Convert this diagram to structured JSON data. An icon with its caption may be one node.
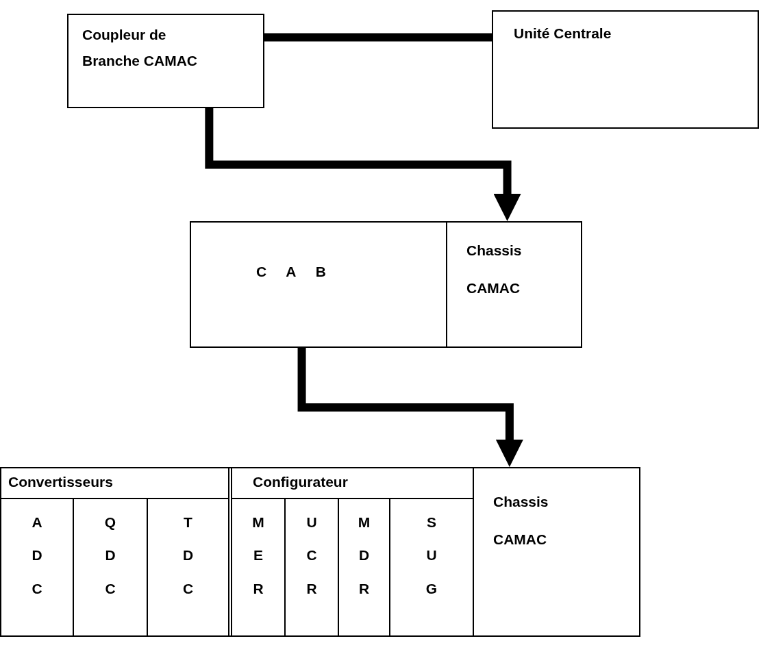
{
  "diagram": {
    "nodes": [
      {
        "text": [
          "Coupleur de Branche CAMAC"
        ]
      },
      {
        "text": [
          "Unité Centrale"
        ]
      },
      {
        "text": [],
        "shape": "box"
      },
      {
        "text": [
          "C A B"
        ],
        "in": 2
      },
      {
        "text": [
          "Chassis CAMAC"
        ],
        "in": 2
      },
      {
        "text": [],
        "shape": "box"
      },
      {
        "text": [
          "Convertisseurs"
        ],
        "in": 5
      },
      {
        "text": [
          "A D C"
        ],
        "in": 6
      },
      {
        "text": [
          "Q D C"
        ],
        "in": 6
      },
      {
        "text": [
          "T D C"
        ],
        "in": 6
      },
      {
        "text": [
          "Configurateur"
        ],
        "in": 5
      },
      {
        "text": [
          "M E R"
        ],
        "in": 10
      },
      {
        "text": [
          "U C R"
        ],
        "in": 10
      },
      {
        "text": [
          "M D R"
        ],
        "in": 10
      },
      {
        "text": [
          "S U G"
        ],
        "in": 10
      },
      {
        "text": [
          "Chassis CAMAC"
        ],
        "in": 5
      }
    ],
    "edges": [
      {
        "from": 0,
        "to": 1,
        "arrow": "none"
      },
      {
        "from": 0,
        "to": 4,
        "arrow": "to"
      },
      {
        "from": 3,
        "to": 15,
        "arrow": "to"
      }
    ]
  }
}
